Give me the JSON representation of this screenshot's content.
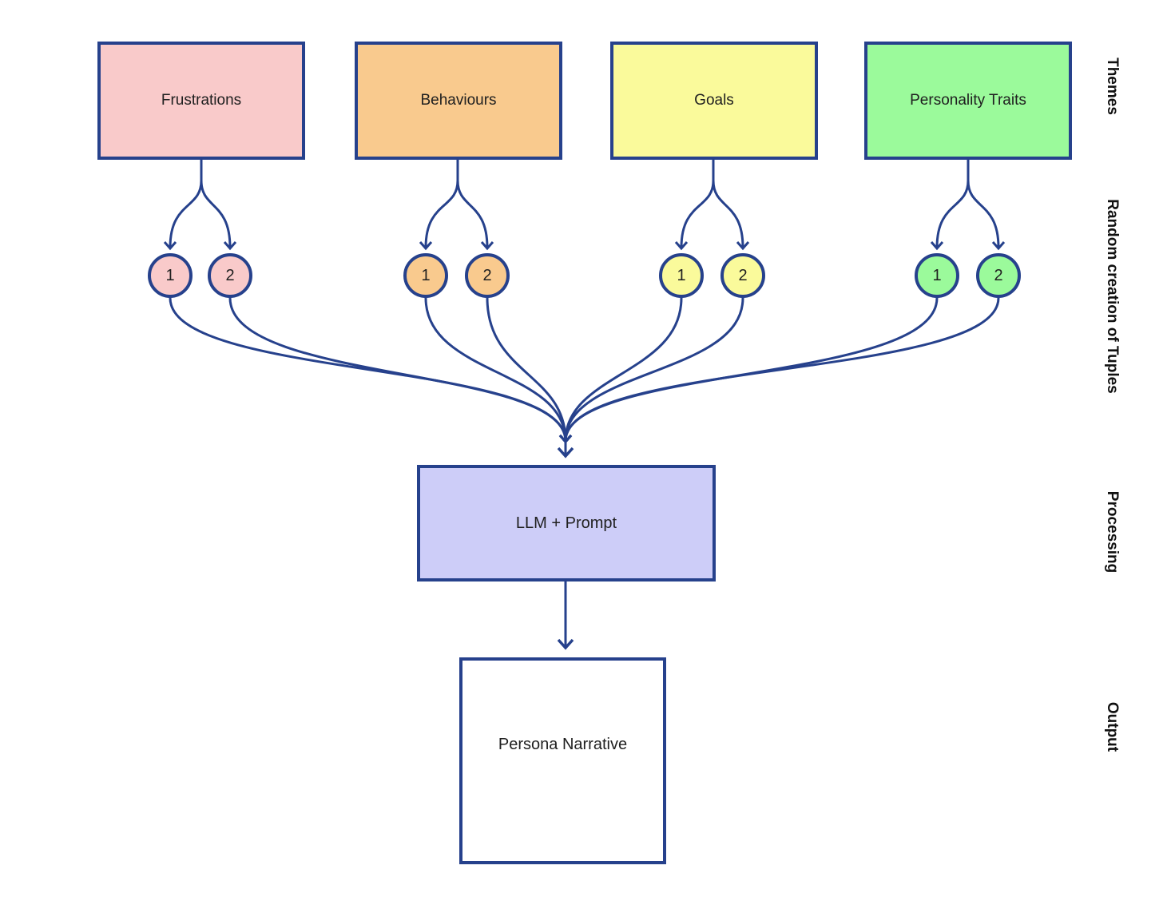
{
  "palette": {
    "stroke": "#26418c",
    "text": "#202020",
    "background": "#ffffff",
    "frustrations_fill": "#f9caca",
    "behaviours_fill": "#f9ca8e",
    "goals_fill": "#fafa9b",
    "personality_fill": "#9bfa9b",
    "llm_fill": "#cdcdf8",
    "output_fill": "#ffffff"
  },
  "themes": [
    {
      "label": "Frustrations",
      "tuples": [
        "1",
        "2"
      ]
    },
    {
      "label": "Behaviours",
      "tuples": [
        "1",
        "2"
      ]
    },
    {
      "label": "Goals",
      "tuples": [
        "1",
        "2"
      ]
    },
    {
      "label": "Personality Traits",
      "tuples": [
        "1",
        "2"
      ]
    }
  ],
  "processing_box": {
    "label": "LLM + Prompt"
  },
  "output_box": {
    "label": "Persona Narrative"
  },
  "stage_labels": {
    "themes": "Themes",
    "tuples": "Random creation of Tuples",
    "processing": "Processing",
    "output": "Output"
  }
}
